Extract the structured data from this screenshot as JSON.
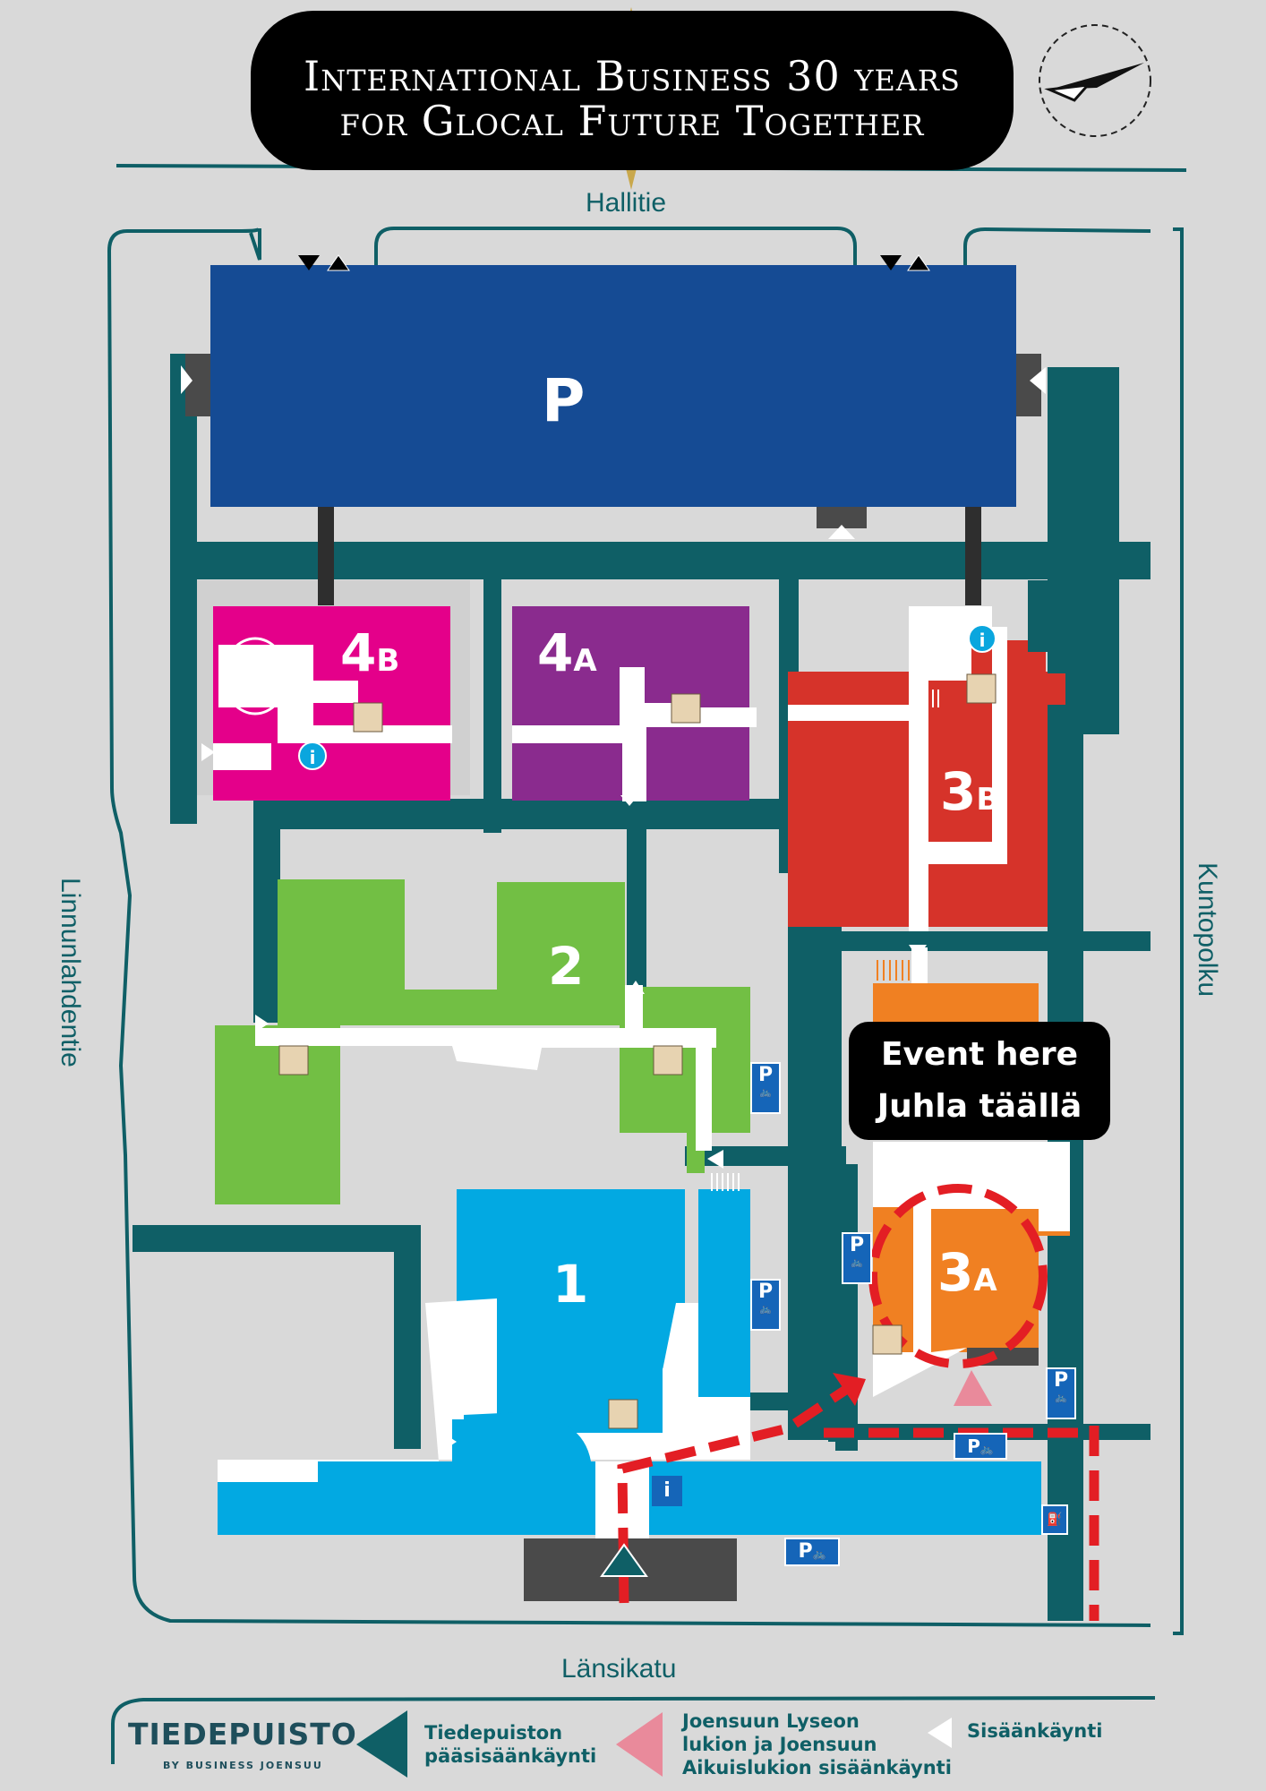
{
  "title": {
    "line1": "International Business 30 years",
    "line2": "for Glocal Future Together"
  },
  "streets": {
    "top": "Hallitie",
    "left": "Linnunlahdentie",
    "right": "Kuntopolku",
    "bottom": "Länsikatu"
  },
  "buildings": {
    "parking": "P",
    "b4b": {
      "num": "4",
      "letter": "B"
    },
    "b4a": {
      "num": "4",
      "letter": "A"
    },
    "b3b": {
      "num": "3",
      "letter": "B"
    },
    "b2": "2",
    "b1": "1",
    "b3a": {
      "num": "3",
      "letter": "A"
    }
  },
  "event": {
    "line1": "Event here",
    "line2": "Juhla täällä"
  },
  "parking_sign": {
    "p": "P",
    "bike": "🚲"
  },
  "info_sign": "i",
  "legend": {
    "logo_main": "TIEDEPUISTO",
    "logo_sub": "BY BUSINESS JOENSUU",
    "main_entrance": [
      "Tiedepuiston",
      "pääsisäänkäynti"
    ],
    "lyseo_entrance": [
      "Joensuun Lyseon",
      "lukion ja Joensuun",
      "Aikuislukion sisäänkäynti"
    ],
    "entrance": "Sisäänkäynti"
  },
  "colors": {
    "background": "#d9d9d9",
    "path": "#0f5f66",
    "parking": "#154b94",
    "b4b": "#e4008a",
    "b4a": "#8a2b8e",
    "b3b": "#d6332a",
    "b2": "#72bf44",
    "b1": "#02a9e2",
    "b3a": "#f08022",
    "route": "#e31e24",
    "lyseo": "#e98a9b"
  }
}
